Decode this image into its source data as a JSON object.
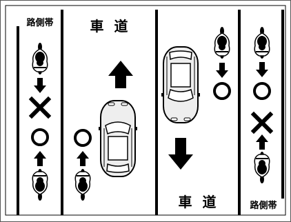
{
  "labels": {
    "shoulder_left": "路側帯",
    "road_top": "車 道",
    "road_bottom": "車 道",
    "shoulder_right": "路側帯"
  },
  "colors": {
    "ink": "#000000",
    "paper": "#ffffff",
    "frame": "#555555",
    "car_body": "#eeeeee"
  },
  "icons": {
    "bicycle": "bicycle-rider-icon",
    "car": "car-top-view-icon",
    "allowed": "circle-mark-icon",
    "prohibited": "cross-mark-icon"
  }
}
